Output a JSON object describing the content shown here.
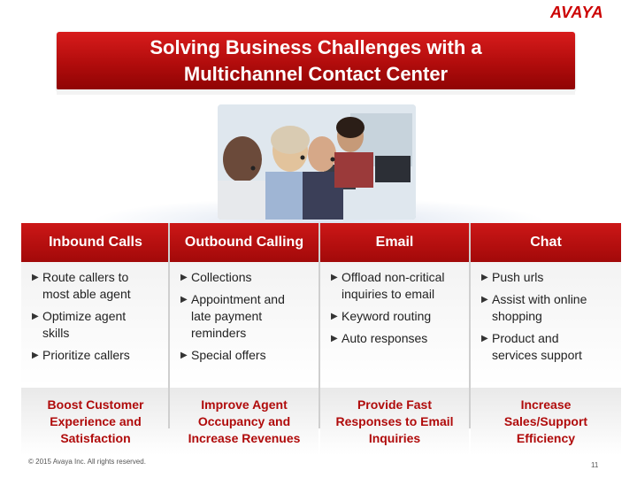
{
  "brand": {
    "logo_text": "AVAYA",
    "accent_color": "#cc0000"
  },
  "slide": {
    "title": "Solving Business Challenges with a\nMultichannel Contact Center"
  },
  "columns": [
    {
      "header": "Inbound Calls",
      "bullets": [
        "Route callers to\nmost able agent",
        "Optimize agent\nskills",
        "Prioritize callers"
      ],
      "benefit": "Boost Customer\nExperience and\nSatisfaction"
    },
    {
      "header": "Outbound Calling",
      "bullets": [
        "Collections",
        "Appointment and\nlate payment\nreminders",
        "Special offers"
      ],
      "benefit": "Improve Agent\nOccupancy and\nIncrease Revenues"
    },
    {
      "header": "Email",
      "bullets": [
        "Offload non-critical\ninquiries to email",
        "Keyword routing",
        "Auto responses"
      ],
      "benefit": "Provide Fast\nResponses to Email\nInquiries"
    },
    {
      "header": "Chat",
      "bullets": [
        "Push urls",
        "Assist with online\nshopping",
        "Product and\nservices support"
      ],
      "benefit": "Increase\nSales/Support\nEfficiency"
    }
  ],
  "footer": {
    "copyright": "© 2015 Avaya Inc. All rights reserved.",
    "page_number": "11"
  }
}
